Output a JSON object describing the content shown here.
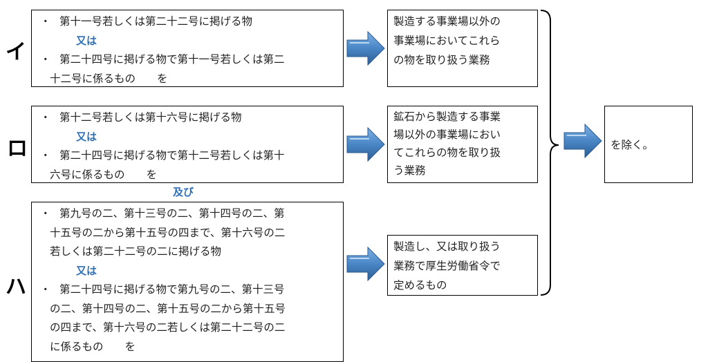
{
  "diagram": {
    "arrow_color": "#4a86c5",
    "emphasis_color": "#2e6fb6",
    "rows": [
      {
        "label": "イ",
        "conditions": {
          "bullet_1_lines": [
            "第十一号若しくは第二十二号に掲げる物"
          ],
          "connector": "又は",
          "bullet_2_lines": [
            "第二十四号に掲げる物で第十一号若しくは第二",
            "十二号に係るもの　　を"
          ]
        },
        "result_lines": [
          "製造する事業場以外の",
          "事業場においてこれら",
          "の物を取り扱う業務"
        ]
      },
      {
        "label": "ロ",
        "conditions": {
          "bullet_1_lines": [
            "第十二号若しくは第十六号に掲げる物"
          ],
          "connector": "又は",
          "bullet_2_lines": [
            "第二十四号に掲げる物で第十二号若しくは第十",
            "六号に係るもの　　を"
          ]
        },
        "result_lines": [
          "鉱石から製造する事業",
          "場以外の事業場におい",
          "てこれらの物を取り扱",
          "う業務"
        ]
      },
      {
        "label": "ハ",
        "conditions": {
          "bullet_1_lines": [
            "第九号の二、第十三号の二、第十四号の二、第",
            "十五号の二から第十五号の四まで、第十六号の二",
            "若しくは第二十二号の二に掲げる物"
          ],
          "connector": "又は",
          "bullet_2_lines": [
            "第二十四号に掲げる物で第九号の二、第十三号",
            "の二、第十四号の二、第十五号の二から第十五号",
            "の四まで、第十六号の二若しくは第二十二号の二",
            "に係るもの　　を"
          ]
        },
        "result_lines": [
          "製造し、又は取り扱う",
          "業務で厚生労働省令で",
          "定めるもの"
        ]
      }
    ],
    "between_rows_connector": "及び",
    "bullet_symbol": "・",
    "final_result": "を除く。"
  }
}
